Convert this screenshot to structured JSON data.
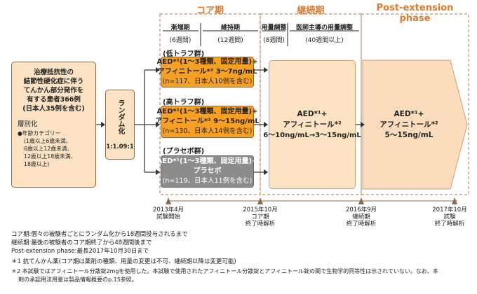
{
  "phases": {
    "core": "コア期",
    "continuation": "継続期",
    "post": "Post-extension phase"
  },
  "subphases": {
    "titration": "漸増期",
    "maintenance": "維持期",
    "dose_adjust": "用量調整",
    "physician_dose": "医師主導の用量調整"
  },
  "weeks": {
    "titration": "(6週間)",
    "maintenance": "(12週間)",
    "dose_adjust": "(8週間)",
    "physician_dose": "(40週間以上)"
  },
  "population": {
    "line1": "治療抵抗性の",
    "line2": "結節性硬化症に伴う",
    "line3": "てんかん部分発作を",
    "line4": "有する患者366例",
    "line5": "(日本人35例を含む)",
    "stratify_title": "層別化",
    "strat_line1": "●年齢カテゴリー",
    "strat_line2": "(1歳以上6歳未満、",
    "strat_line3": "6歳以上12歳未満、",
    "strat_line4": "12歳以上18歳未満、",
    "strat_line5": "18歳以上)"
  },
  "randomization": {
    "label": "ランダム化",
    "ratio": "1:1.09:1"
  },
  "arms": {
    "low": {
      "label": "(低トラフ群)",
      "line1": "AED*¹(1〜3種類、固定用量)+",
      "line2": "アフィニトール*² 3〜7ng/mL",
      "n": "(n=117、日本人10例を含む)"
    },
    "high": {
      "label": "(高トラフ群)",
      "line1": "AED*¹(1〜3種類、固定用量)+",
      "line2": "アフィニトール*² 9〜15ng/mL",
      "n": "(n=130、日本人14例を含む)"
    },
    "placebo": {
      "label": "(プラセボ群)",
      "line1": "AED*¹(1〜3種類、固定用量)+",
      "line2": "プラセボ",
      "n": "(n=119、日本人11例を含む)"
    }
  },
  "continuation_box": {
    "line1": "AED*¹+",
    "line2": "アフィニトール*²",
    "line3": "6〜10ng/mL→3〜15ng/mL"
  },
  "post_box": {
    "line1": "AED*¹+",
    "line2": "アフィニトール*²",
    "line3": "5〜15ng/mL"
  },
  "timeline": {
    "m1": {
      "date": "2013年4月",
      "label": "試験開始"
    },
    "m2": {
      "date": "2015年10月",
      "label1": "コア期",
      "label2": "終了時解析"
    },
    "m3": {
      "date": "2016年9月",
      "label1": "継続期",
      "label2": "終了時解析"
    },
    "m4": {
      "date": "2017年10月",
      "label1": "試験",
      "label2": "終了時解析"
    }
  },
  "notes": {
    "n1": "コア期:個々の被験者ごとにランダム化から18週間投与されるまで",
    "n2": "継続期:最後の被験者のコア期終了から48週間後まで",
    "n3": "Post-extension phase:最長2017年10月30日まで",
    "f1": "＊1 抗てんかん薬(コア期は薬剤の種類、用量の変更は不可、継続期以降は変更可能)",
    "f2": "＊2 本試験ではアフィニトール分散錠2mgを使用した。本試験で使用されたアフィニトール分散錠とアフィニトール錠の間で生物学的同等性は示されていない。なお、本",
    "f3": "剤の承認用法用量は製品情報概要のp.15参照。"
  },
  "colors": {
    "orange_title": "#e07a2d",
    "core_bg": "#f7a021",
    "peach_bg": "#fde3c4",
    "placebo_bg": "#8c8c8c",
    "dashed_border": "#b8936a",
    "arrow_fill": "#fbdcbc",
    "arrow_edge": "#c9a27a",
    "marker": "#8c6a4a"
  }
}
